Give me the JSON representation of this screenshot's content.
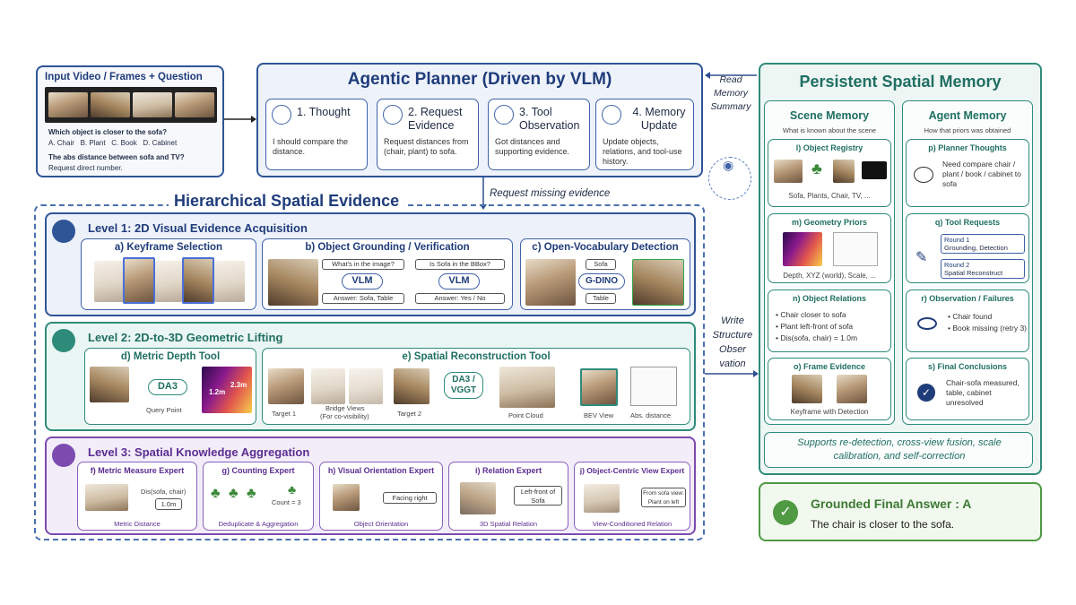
{
  "input": {
    "title": "Input Video / Frames + Question",
    "q1": "Which object is closer to the sofa?",
    "options": "A. Chair   B. Plant   C. Book   D. Cabinet",
    "q2": "The abs distance between sofa and TV?",
    "q3": "Request direct number."
  },
  "planner": {
    "title": "Agentic Planner (Driven by VLM)",
    "steps": [
      {
        "title": "1. Thought",
        "text": "I should compare the distance."
      },
      {
        "title": "2. Request Evidence",
        "text": "Request distances from (chair, plant) to sofa."
      },
      {
        "title": "3. Tool Observation",
        "text": "Got distances and supporting evidence."
      },
      {
        "title": "4. Memory Update",
        "text": "Update objects, relations, and tool-use history."
      }
    ]
  },
  "arrows": {
    "read_memory": "Read Memory Summary",
    "request_missing": "Request missing evidence",
    "write_structure": "Write Structure Obser vation"
  },
  "hierarchy": {
    "title": "Hierarchical Spatial Evidence",
    "level1": {
      "title": "Level 1: 2D Visual Evidence Acquisition",
      "a_title": "a) Keyframe Selection",
      "b_title": "b) Object Grounding / Verification",
      "b_q1": "What's in the image?",
      "b_q2": "Is Sofa in the BBox?",
      "b_vlm": "VLM",
      "b_a1": "Answer: Sofa, Table",
      "b_a2": "Answer: Yes / No",
      "c_title": "c) Open-Vocabulary Detection",
      "c_sofa": "Sofa",
      "c_gdino": "G-DINO",
      "c_table": "Table"
    },
    "level2": {
      "title": "Level 2: 2D-to-3D Geometric Lifting",
      "d_title": "d) Metric Depth Tool",
      "d_model": "DA3",
      "d_query": "Query Point",
      "d_v1": "1.2m",
      "d_v2": "2.3m",
      "e_title": "e) Spatial Reconstruction Tool",
      "e_t1": "Target 1",
      "e_bridge": "Bridge Views",
      "e_bridge2": "(For co-visibility)",
      "e_t2": "Target 2",
      "e_model1": "DA3 /",
      "e_model2": "VGGT",
      "e_pc": "Point Cloud",
      "e_bev": "BEV View",
      "e_abs": "Abs. distance"
    },
    "level3": {
      "title": "Level 3: Spatial Knowledge Aggregation",
      "experts": [
        {
          "title": "f) Metric Measure Expert",
          "out": "Dis(sofa, chair)",
          "val": "1.0m",
          "caption": "Metric Distance"
        },
        {
          "title": "g) Counting Expert",
          "out": "Count = 3",
          "caption": "Deduplicate & Aggregation"
        },
        {
          "title": "h) Visual Orientation Expert",
          "out": "Facing right",
          "caption": "Object Orientation"
        },
        {
          "title": "i) Relation Expert",
          "out": "Left-front of Sofa",
          "caption": "3D Spatial Relation"
        },
        {
          "title": "j) Object-Centric View Expert",
          "out": "From sofa view: Plant on left",
          "caption": "View-Conditioned Relation"
        }
      ]
    }
  },
  "memory": {
    "title": "Persistent Spatial Memory",
    "scene_title": "Scene Memory",
    "scene_sub": "What is known about the scene",
    "agent_title": "Agent Memory",
    "agent_sub": "How that priors was obtained",
    "l_title": "l) Object Registry",
    "l_text": "Sofa, Plants, Chair, TV, ...",
    "m_title": "m) Geometry Priors",
    "m_text": "Depth, XYZ (world), Scale, ...",
    "n_title": "n) Object Relations",
    "n_items": [
      "Chair closer to sofa",
      "Plant left-front of sofa",
      "Dis(sofa, chair) = 1.0m"
    ],
    "o_title": "o) Frame Evidence",
    "o_text": "Keyframe with Detection",
    "p_title": "p) Planner Thoughts",
    "p_text": "Need compare chair / plant / book / cabinet to sofa",
    "q_title": "q) Tool Requests",
    "q_r1": "Round 1",
    "q_r1t": "Grounding, Detection",
    "q_r2": "Round 2",
    "q_r2t": "Spatial Reconstruct",
    "r_title": "r) Observation / Failures",
    "r_items": [
      "Chair found",
      "Book missing (retry 3)"
    ],
    "s_title": "s) Final Conclusions",
    "s_text": "Chair-sofa measured, table, cabinet unresolved",
    "footer": "Supports re-detection, cross-view fusion, scale calibration, and self-correction"
  },
  "answer": {
    "title": "Grounded Final Answer : A",
    "text": "The chair is closer to the sofa."
  },
  "colors": {
    "blue": "#2f5597",
    "teal": "#2e8b7a",
    "green": "#4f9a43",
    "purple": "#7b4bb0"
  }
}
